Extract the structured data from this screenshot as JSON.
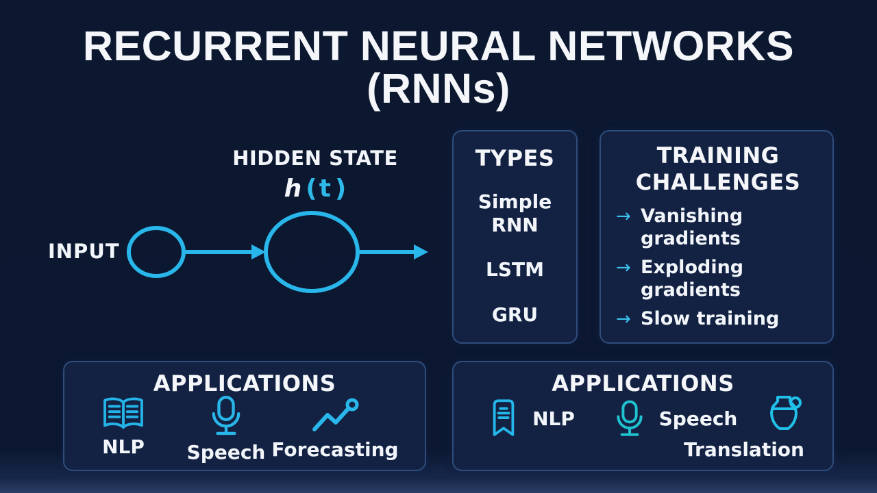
{
  "title": {
    "line1": "RECURRENT NEURAL NETWORKS",
    "line2": "(RNNs)"
  },
  "diagram": {
    "input_label": "INPUT",
    "hidden_state_label": "HIDDEN STATE",
    "state_var": "h",
    "state_open": "(",
    "state_t": "t",
    "state_close": ")"
  },
  "types_panel": {
    "heading": "TYPES",
    "items": [
      "Simple RNN",
      "LSTM",
      "GRU"
    ]
  },
  "challenges_panel": {
    "heading_line1": "TRAINING",
    "heading_line2": "CHALLENGES",
    "bullet": "→",
    "items": [
      "Vanishing gradients",
      "Exploding gradients",
      "Slow training"
    ]
  },
  "applications_left": {
    "heading": "APPLICATIONS",
    "items": [
      {
        "icon": "open-book-icon",
        "label": "NLP"
      },
      {
        "icon": "microphone-icon",
        "label": "Speech"
      },
      {
        "icon": "trend-line-icon",
        "label": "Forecasting"
      }
    ]
  },
  "applications_right": {
    "heading": "APPLICATIONS",
    "items": [
      {
        "icon": "document-icon",
        "label": "NLP"
      },
      {
        "icon": "microphone-icon",
        "label": "Speech"
      },
      {
        "icon": "vase-icon",
        "label": "Translation"
      }
    ]
  },
  "colors": {
    "background": "#0c1830",
    "panel_fill": "#132242",
    "panel_border": "#2e4d7d",
    "accent_cyan": "#29b6ea",
    "accent_teal": "#1fc3cf",
    "text_white": "#f2f5fa"
  }
}
